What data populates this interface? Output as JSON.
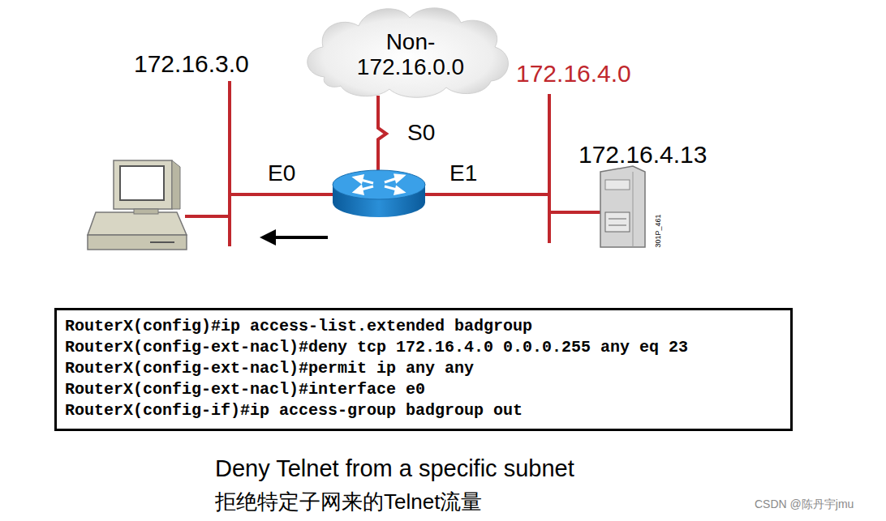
{
  "diagram": {
    "caption": "Deny Telnet from a specific subnet",
    "nodes": [
      {
        "text": [
          "Non- 172.16.0.0"
        ]
      },
      {
        "text": [
          "RouterX(config)#ip access-list.extended badgroup",
          "RouterX(config-ext-nacl)#deny tcp 172.16.4.0 0.0.0.255 any eq 23",
          "RouterX(config-ext-nacl)#permit ip any any",
          "RouterX(config-ext-nacl)#interface e0",
          "RouterX(config-if)#ip access-group badgroup out"
        ]
      }
    ],
    "labels": [
      "172.16.3.0",
      "172.16.4.0",
      "S0",
      "E0",
      "E1",
      "172.16.4.13",
      "301P_461",
      "拒绝特定子网来的Telnet流量",
      "CSDN @陈丹宇jmu"
    ]
  }
}
